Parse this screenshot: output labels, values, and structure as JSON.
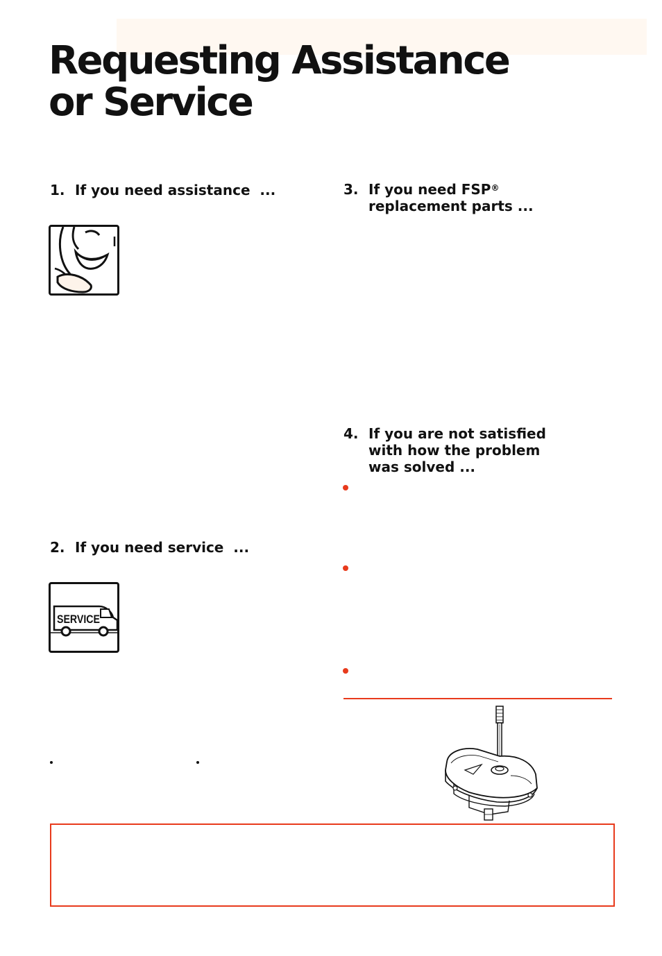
{
  "page": {
    "title_line1": "Requesting Assistance",
    "title_line2": "or Service"
  },
  "sections": [
    {
      "number": "1.",
      "title": "If you need assistance  ..."
    },
    {
      "number": "2.",
      "title": "If you need service  ..."
    },
    {
      "number": "3.",
      "title_line1": "If you need FSP",
      "title_mark": "®",
      "title_line2": "replacement parts ..."
    },
    {
      "number": "4.",
      "title_line1": "If you are not satisfied",
      "title_line2": "with how the problem",
      "title_line3": "was solved ..."
    }
  ],
  "icons": {
    "assistance": "smiling-face-phone-icon",
    "service_van": "service-van-icon",
    "service_van_label": "SERVICE",
    "part": "washer-transmission-part-illustration"
  },
  "colors": {
    "accent": "#e83a1c",
    "ink": "#111111",
    "band": "#fff8f1"
  }
}
